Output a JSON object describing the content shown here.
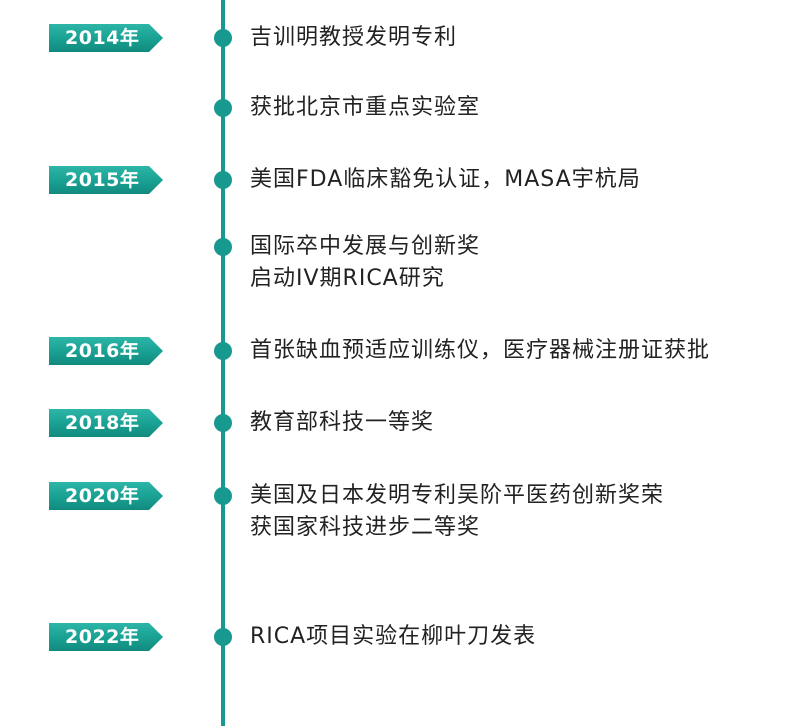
{
  "years": [
    "2014年",
    "2015年",
    "2016年",
    "2018年",
    "2020年",
    "2022年"
  ],
  "events": [
    {
      "lines": [
        "吉训明教授发明专利"
      ]
    },
    {
      "lines": [
        "获批北京市重点实验室"
      ]
    },
    {
      "lines": [
        "美国FDA临床豁免认证，MASA宇杭局"
      ]
    },
    {
      "lines": [
        "国际卒中发展与创新奖",
        "启动IV期RICA研究"
      ]
    },
    {
      "lines": [
        "首张缺血预适应训练仪，医疗器械注册证获批"
      ]
    },
    {
      "lines": [
        "教育部科技一等奖"
      ]
    },
    {
      "lines": [
        "美国及日本发明专利吴阶平医药创新奖荣",
        "获国家科技进步二等奖"
      ]
    },
    {
      "lines": [
        "RICA项目实验在柳叶刀发表"
      ]
    }
  ],
  "colors": {
    "accent": "#17998f",
    "text": "#222222"
  }
}
